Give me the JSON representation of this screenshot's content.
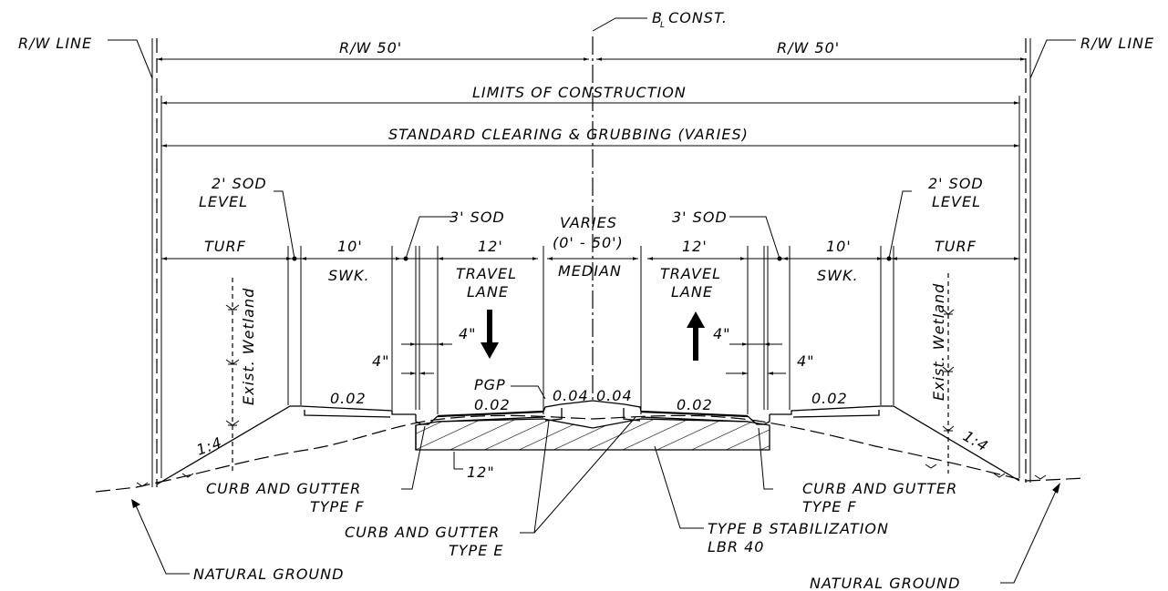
{
  "labels": {
    "rw_line_left": "R/W LINE",
    "rw_line_right": "R/W LINE",
    "baseline": "B CONST.",
    "baseline_sub": "L",
    "rw_left": "R/W 50'",
    "rw_right": "R/W 50'",
    "limits": "LIMITS OF CONSTRUCTION",
    "clearing": "STANDARD CLEARING & GRUBBING (VARIES)",
    "sod_left_1": "2' SOD",
    "sod_left_2": "LEVEL",
    "sod_right_1": "2' SOD",
    "sod_right_2": "LEVEL",
    "sod3_left": "3' SOD",
    "sod3_right": "3' SOD",
    "median_1": "VARIES",
    "median_2": "(0' - 50')",
    "median_3": "MEDIAN",
    "turf_left": "TURF",
    "turf_right": "TURF",
    "swk_w_left": "10'",
    "swk_left": "SWK.",
    "swk_w_right": "10'",
    "swk_right": "SWK.",
    "lane_w_left": "12'",
    "lane_left_1": "TRAVEL",
    "lane_left_2": "LANE",
    "lane_w_right": "12'",
    "lane_right_1": "TRAVEL",
    "lane_right_2": "LANE",
    "four_a": "4\"",
    "four_b": "4\"",
    "four_c": "4\"",
    "four_d": "4\"",
    "wetland_left": "Exist. Wetland",
    "wetland_right": "Exist. Wetland",
    "pgp": "PGP",
    "slope_swk_left": "0.02",
    "slope_lane_left": "0.02",
    "slope_med_left": "0.04",
    "slope_med_right": "0.04",
    "slope_lane_right": "0.02",
    "slope_swk_right": "0.02",
    "side_slope_left": "1:4",
    "side_slope_right": "1:4",
    "twelve_in": "12\"",
    "cg_f_left_1": "CURB AND GUTTER",
    "cg_f_left_2": "TYPE F",
    "cg_f_right_1": "CURB AND GUTTER",
    "cg_f_right_2": "TYPE F",
    "cg_e_1": "CURB AND GUTTER",
    "cg_e_2": "TYPE E",
    "stab_1": "TYPE B STABILIZATION",
    "stab_2": "LBR 40",
    "ng_left": "NATURAL GROUND",
    "ng_right": "NATURAL GROUND"
  }
}
